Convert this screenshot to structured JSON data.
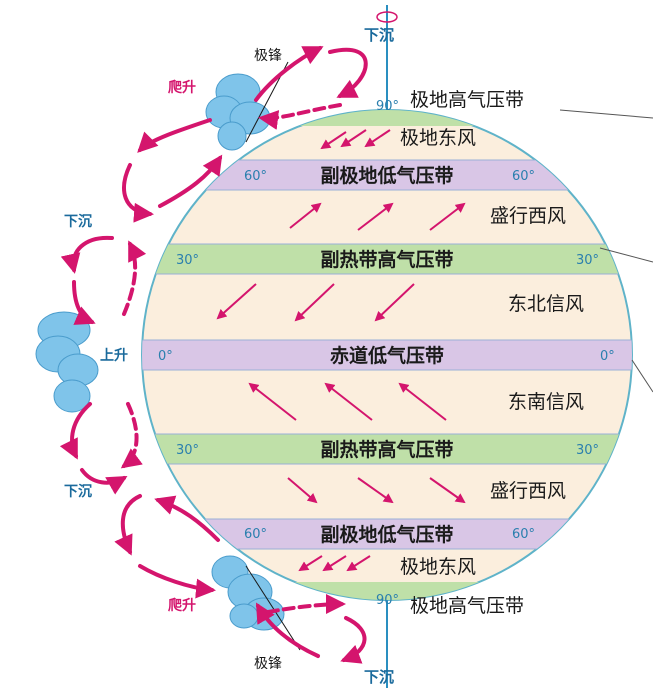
{
  "colors": {
    "globe_fill": "#fbeedd",
    "globe_stroke": "#5fb3c9",
    "low_band": "#d9c6e6",
    "high_band": "#bfe0a8",
    "equator_band": "#d9c6e6",
    "arrow": "#d4156d",
    "axis": "#2a8fc0",
    "cloud": "#7fc4ea"
  },
  "bands": {
    "north_pole_high": "极地高气压带",
    "north_sub_polar_low": "副极地低气压带",
    "north_subtropical_high": "副热带高气压带",
    "equatorial_low": "赤道低气压带",
    "south_subtropical_high": "副热带高气压带",
    "south_sub_polar_low": "副极地低气压带",
    "south_pole_high": "极地高气压带"
  },
  "winds": {
    "north_polar_easterly": "极地东风",
    "north_westerly": "盛行西风",
    "northeast_trade": "东北信风",
    "southeast_trade": "东南信风",
    "south_westerly": "盛行西风",
    "south_polar_easterly": "极地东风"
  },
  "latitudes": {
    "lat90": "90°",
    "lat60": "60°",
    "lat30": "30°",
    "lat0": "0°"
  },
  "side_labels": {
    "sinking": "下沉",
    "rising": "上升",
    "climbing": "爬升",
    "polar_front": "极锋"
  }
}
